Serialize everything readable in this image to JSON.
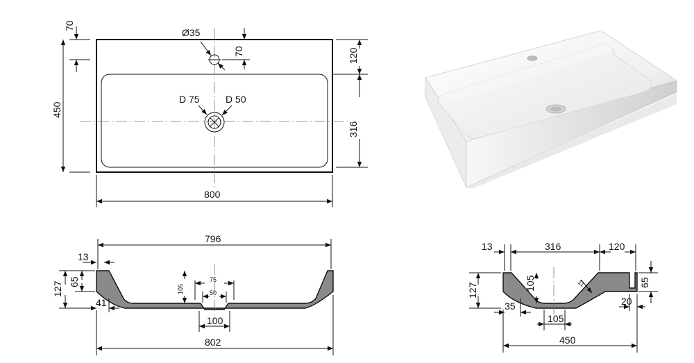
{
  "top_view": {
    "hole_diameter_label": "Ø35",
    "hole_offset_top": "70",
    "hole_offset_left_marker": "70",
    "drain_large_label": "D 75",
    "drain_small_label": "D 50",
    "overall_depth": "450",
    "front_rim": "120",
    "bowl_depth": "316",
    "overall_width": "800"
  },
  "front_section": {
    "inner_width": "796",
    "rim": "13",
    "bowl_height_small": "65",
    "overall_height": "127",
    "edge_width": "41",
    "bowl_depth": "105",
    "drain_outer": "75",
    "drain_inner": "50",
    "drain_bottom": "100",
    "outer_width": "802"
  },
  "side_section": {
    "rim": "13",
    "bowl": "316",
    "shelf": "120",
    "overall_height": "127",
    "bowl_depth": "105",
    "radius": "11",
    "right_height": "65",
    "edge": "35",
    "drain": "105",
    "lip": "20",
    "overall_depth": "450"
  },
  "colors": {
    "line": "#111111",
    "section_fill": "#8a8a8a",
    "background": "#ffffff"
  }
}
